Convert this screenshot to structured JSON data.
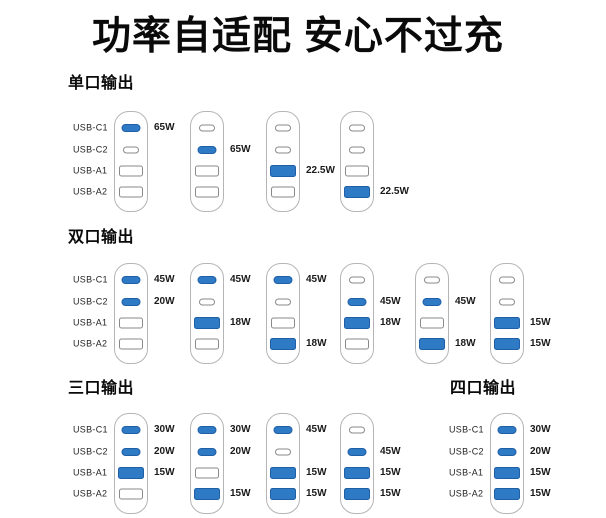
{
  "title": "功率自适配 安心不过充",
  "port_names": [
    "USB-C1",
    "USB-C2",
    "USB-A1",
    "USB-A2"
  ],
  "colors": {
    "active_port_fill": "#2f7ac5",
    "active_port_border": "#1e5fa6",
    "inactive_port_border": "#8a8a8a",
    "charger_border": "#b5b5b5",
    "text": "#111111"
  },
  "sections": [
    {
      "id": "single",
      "label": "单口输出",
      "chargers": [
        {
          "col": 0,
          "show_port_names": true,
          "ports": [
            "65W",
            null,
            null,
            null
          ]
        },
        {
          "col": 1,
          "show_port_names": false,
          "ports": [
            null,
            "65W",
            null,
            null
          ]
        },
        {
          "col": 2,
          "show_port_names": false,
          "ports": [
            null,
            null,
            "22.5W",
            null
          ]
        },
        {
          "col": 3,
          "show_port_names": false,
          "ports": [
            null,
            null,
            null,
            "22.5W"
          ]
        }
      ]
    },
    {
      "id": "dual",
      "label": "双口输出",
      "chargers": [
        {
          "col": 0,
          "show_port_names": true,
          "ports": [
            "45W",
            "20W",
            null,
            null
          ]
        },
        {
          "col": 1,
          "show_port_names": false,
          "ports": [
            "45W",
            null,
            "18W",
            null
          ]
        },
        {
          "col": 2,
          "show_port_names": false,
          "ports": [
            "45W",
            null,
            null,
            "18W"
          ]
        },
        {
          "col": 3,
          "show_port_names": false,
          "ports": [
            null,
            "45W",
            "18W",
            null
          ]
        },
        {
          "col": 4,
          "show_port_names": false,
          "ports": [
            null,
            "45W",
            null,
            "18W"
          ]
        },
        {
          "col": 5,
          "show_port_names": false,
          "ports": [
            null,
            null,
            "15W",
            "15W"
          ]
        }
      ]
    },
    {
      "id": "triple",
      "label": "三口输出",
      "chargers": [
        {
          "col": 0,
          "show_port_names": true,
          "ports": [
            "30W",
            "20W",
            "15W",
            null
          ]
        },
        {
          "col": 1,
          "show_port_names": false,
          "ports": [
            "30W",
            "20W",
            null,
            "15W"
          ]
        },
        {
          "col": 2,
          "show_port_names": false,
          "ports": [
            "45W",
            null,
            "15W",
            "15W"
          ]
        },
        {
          "col": 3,
          "show_port_names": false,
          "ports": [
            null,
            "45W",
            "15W",
            "15W"
          ]
        }
      ]
    },
    {
      "id": "quad",
      "label": "四口输出",
      "chargers": [
        {
          "col": 5,
          "show_port_names": true,
          "ports": [
            "30W",
            "20W",
            "15W",
            "15W"
          ]
        }
      ]
    }
  ]
}
